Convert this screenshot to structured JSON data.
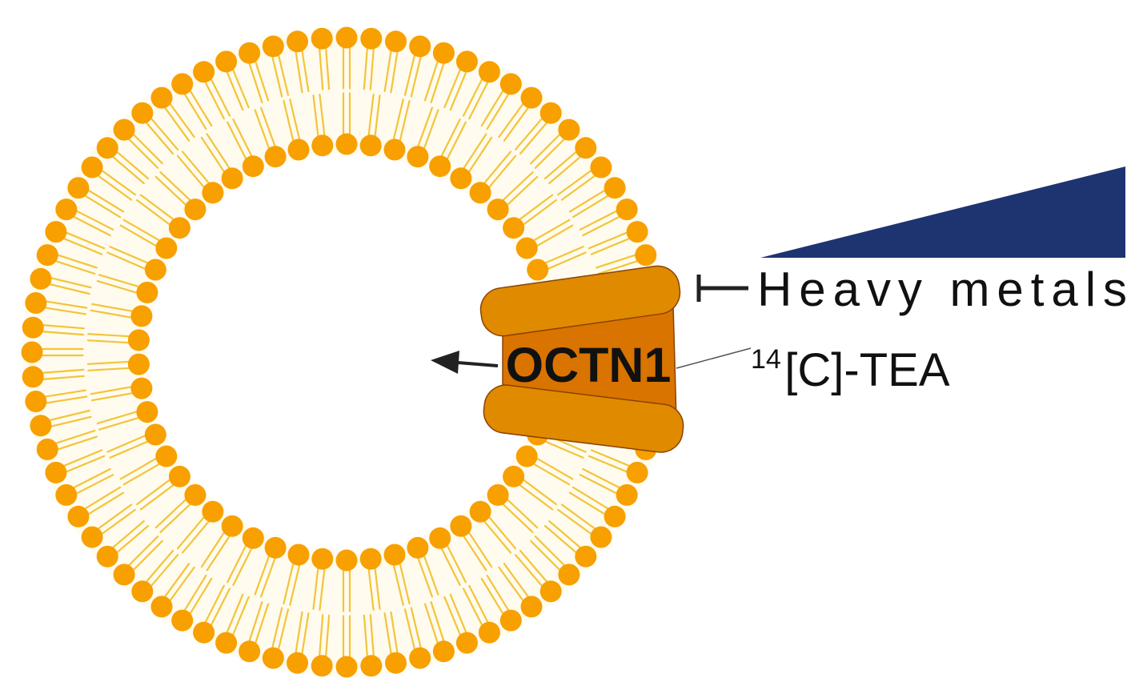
{
  "diagram": {
    "protein_label": "OCTN1",
    "inhibitor_label": "Heavy metals",
    "substrate": {
      "isotope": "14",
      "name": "[C]-TEA"
    }
  },
  "colors": {
    "lipid_head": "#f7a000",
    "lipid_tail": "#f3c43a",
    "membrane_fill": "#fffbee",
    "protein_outer": "#e08a00",
    "protein_core": "#d97400",
    "protein_stroke": "#8a4200",
    "gradient_wedge": "#1e3470",
    "arrow": "#222222"
  }
}
